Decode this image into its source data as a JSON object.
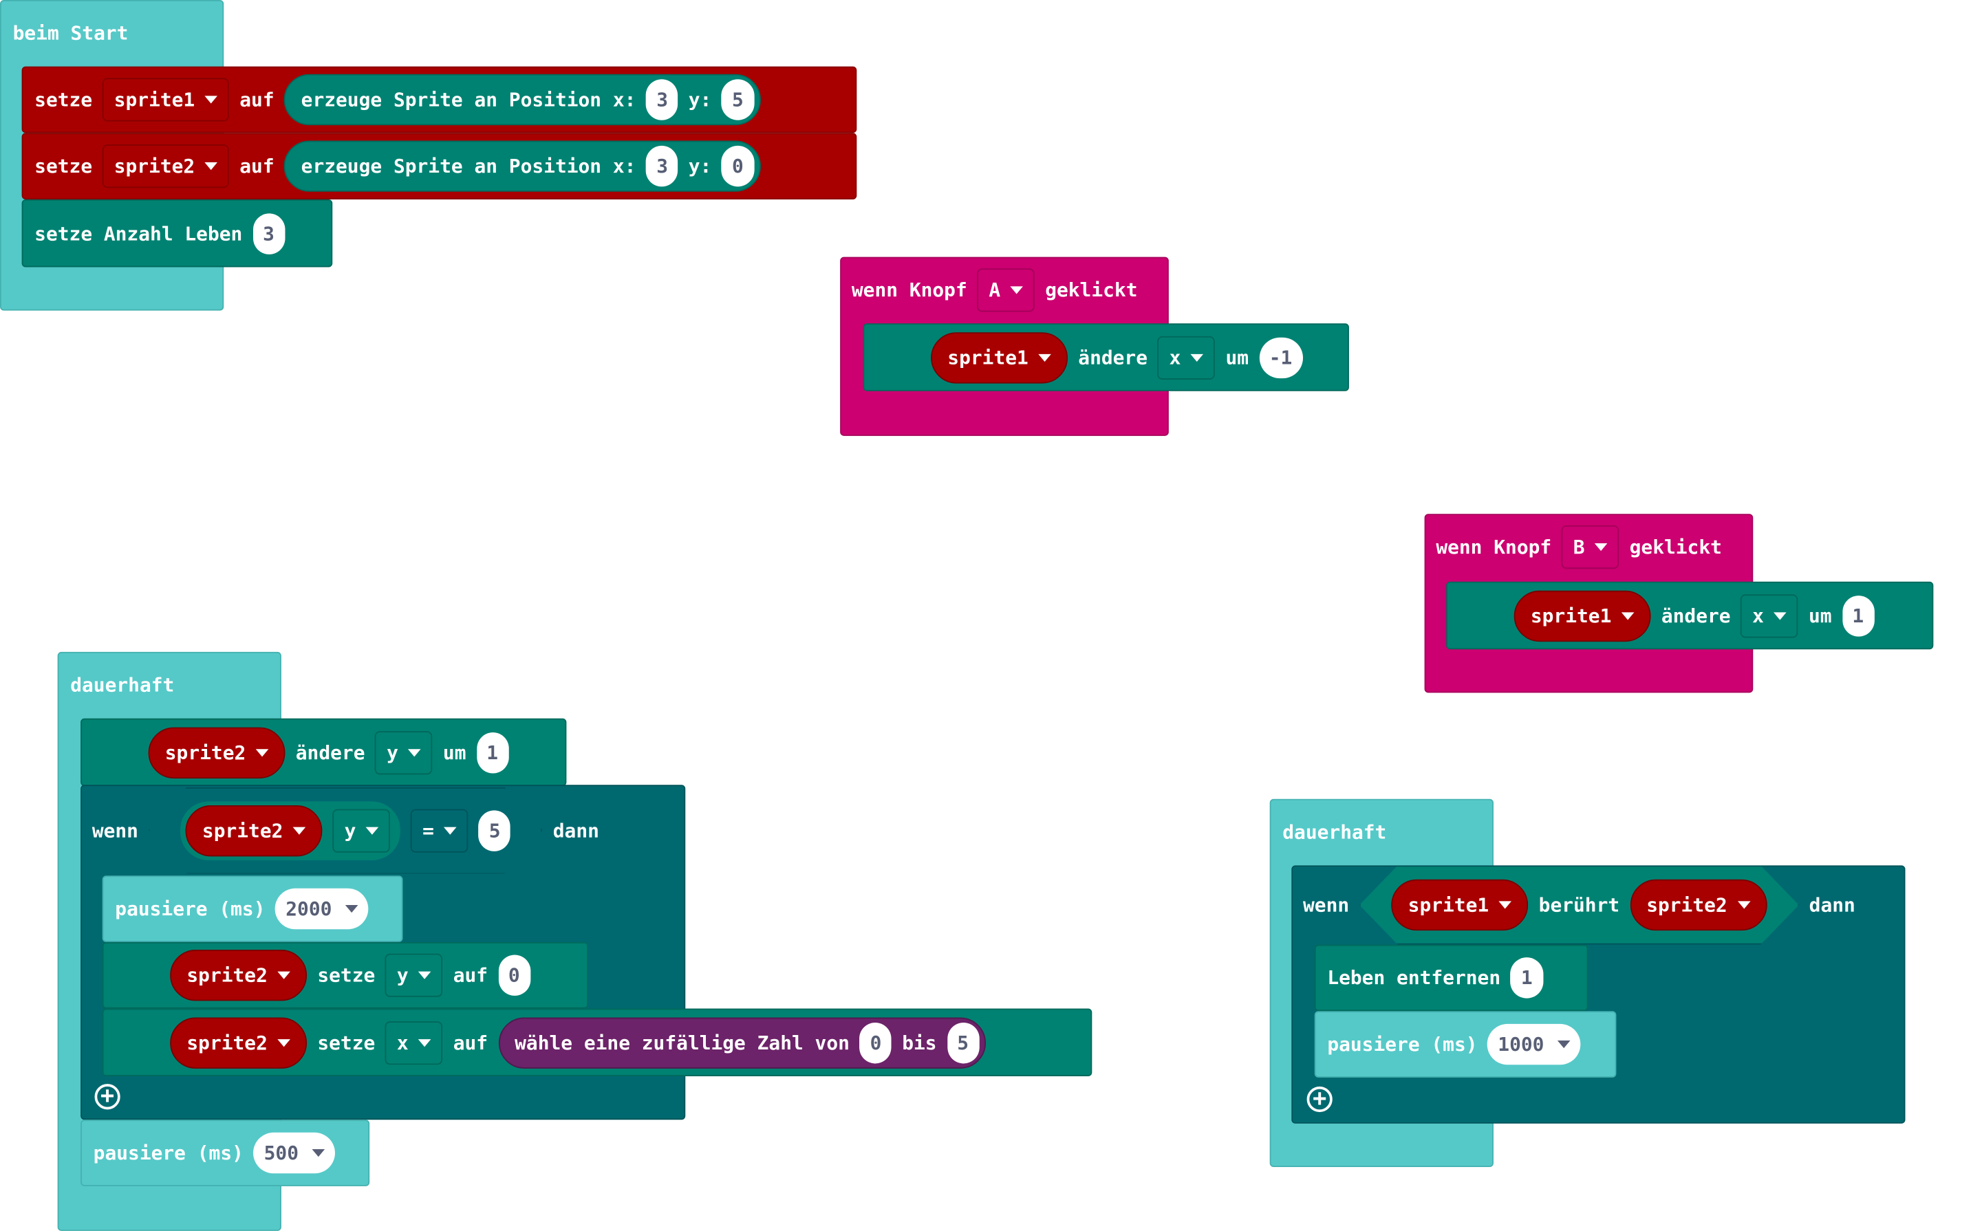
{
  "start": {
    "title": "beim Start",
    "rows": [
      {
        "cmd": "setze",
        "var": "sprite1",
        "auf": "auf",
        "create": "erzeuge Sprite an Position x:",
        "x": "3",
        "ylabel": "y:",
        "y": "5"
      },
      {
        "cmd": "setze",
        "var": "sprite2",
        "auf": "auf",
        "create": "erzeuge Sprite an Position x:",
        "x": "3",
        "ylabel": "y:",
        "y": "0"
      }
    ],
    "lives": {
      "label": "setze Anzahl Leben",
      "value": "3"
    }
  },
  "buttonA": {
    "wenn": "wenn Knopf",
    "button": "A",
    "clicked": "geklickt",
    "sprite": "sprite1",
    "change": "ändere",
    "prop": "x",
    "um": "um",
    "value": "-1"
  },
  "buttonB": {
    "wenn": "wenn Knopf",
    "button": "B",
    "clicked": "geklickt",
    "sprite": "sprite1",
    "change": "ändere",
    "prop": "x",
    "um": "um",
    "value": "1"
  },
  "forever1": {
    "title": "dauerhaft",
    "change": {
      "sprite": "sprite2",
      "label": "ändere",
      "prop": "y",
      "um": "um",
      "value": "1"
    },
    "if": {
      "wenn": "wenn",
      "sprite": "sprite2",
      "prop": "y",
      "op": "=",
      "value": "5",
      "dann": "dann"
    },
    "pause1": {
      "label": "pausiere (ms)",
      "value": "2000"
    },
    "sety": {
      "sprite": "sprite2",
      "label": "setze",
      "prop": "y",
      "auf": "auf",
      "value": "0"
    },
    "setx": {
      "sprite": "sprite2",
      "label": "setze",
      "prop": "x",
      "auf": "auf",
      "rand": "wähle eine zufällige Zahl von",
      "from": "0",
      "bis": "bis",
      "to": "5"
    },
    "pause2": {
      "label": "pausiere (ms)",
      "value": "500"
    }
  },
  "forever2": {
    "title": "dauerhaft",
    "if": {
      "wenn": "wenn",
      "a": "sprite1",
      "touches": "berührt",
      "b": "sprite2",
      "dann": "dann"
    },
    "lose": {
      "label": "Leben entfernen",
      "value": "1"
    },
    "pause": {
      "label": "pausiere (ms)",
      "value": "1000"
    }
  }
}
